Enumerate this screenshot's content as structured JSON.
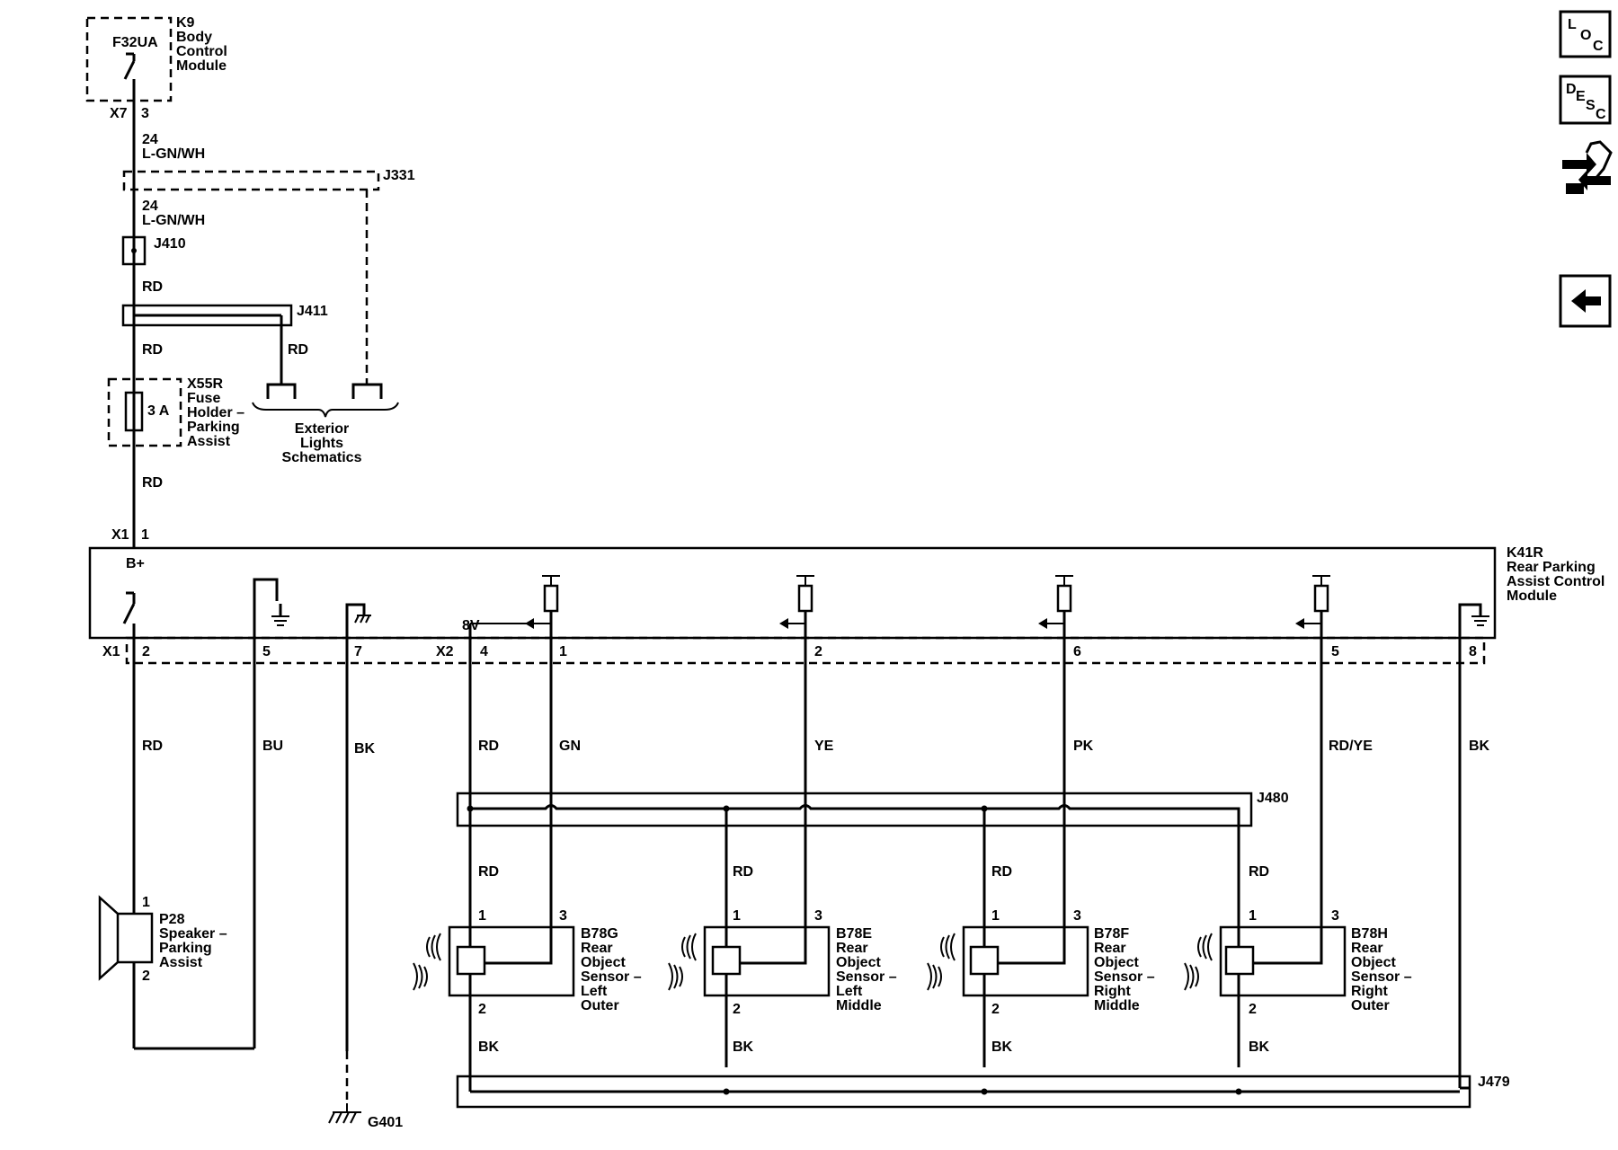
{
  "modules": {
    "k9": {
      "id": "K9",
      "line1": "Body",
      "line2": "Control",
      "line3": "Module",
      "fuse": "F32UA",
      "connector": "X7",
      "pin": "3"
    },
    "k41r": {
      "id": "K41R",
      "line1": "Rear Parking",
      "line2": "Assist Control",
      "line3": "Module",
      "supply_label": "B+",
      "voltage_label": "8V"
    }
  },
  "wires": {
    "top1_gauge": "24",
    "top1_color": "L-GN/WH",
    "top2_gauge": "24",
    "top2_color": "L-GN/WH",
    "j410_out": "RD",
    "j411_out": "RD",
    "j411_branch": "RD",
    "fuse_out": "RD",
    "x1_pin2": "RD",
    "x1_pin5": "BU",
    "x1_pin7": "BK",
    "x2_pin4": "RD",
    "x2_pin1": "GN",
    "x2_pin2": "YE",
    "x2_pin6": "PK",
    "x2_pin5": "RD/YE",
    "x2_pin8": "BK",
    "sensor_supply": "RD",
    "sensor_ground": "BK"
  },
  "splices": {
    "j331": "J331",
    "j410": "J410",
    "j411": "J411",
    "j480": "J480",
    "j479": "J479"
  },
  "fuse_holder": {
    "id": "X55R",
    "line1": "Fuse",
    "line2": "Holder –",
    "line3": "Parking",
    "line4": "Assist",
    "rating": "3 A"
  },
  "exterior": {
    "line1": "Exterior",
    "line2": "Lights",
    "line3": "Schematics"
  },
  "connectors": {
    "x1": "X1",
    "x1_pin_b": "1",
    "x1_pins": [
      "2",
      "5",
      "7"
    ],
    "x2": "X2",
    "x2_pins": [
      "4",
      "1",
      "2",
      "6",
      "5",
      "8"
    ]
  },
  "speaker": {
    "id": "P28",
    "line1": "Speaker –",
    "line2": "Parking",
    "line3": "Assist",
    "pin_top": "1",
    "pin_bottom": "2"
  },
  "ground": {
    "id": "G401"
  },
  "sensors": [
    {
      "id": "B78G",
      "line1": "Rear",
      "line2": "Object",
      "line3": "Sensor –",
      "line4": "Left",
      "line5": "Outer",
      "pin1": "1",
      "pin2": "2",
      "pin3": "3"
    },
    {
      "id": "B78E",
      "line1": "Rear",
      "line2": "Object",
      "line3": "Sensor –",
      "line4": "Left",
      "line5": "Middle",
      "pin1": "1",
      "pin2": "2",
      "pin3": "3"
    },
    {
      "id": "B78F",
      "line1": "Rear",
      "line2": "Object",
      "line3": "Sensor –",
      "line4": "Right",
      "line5": "Middle",
      "pin1": "1",
      "pin2": "2",
      "pin3": "3"
    },
    {
      "id": "B78H",
      "line1": "Rear",
      "line2": "Object",
      "line3": "Sensor –",
      "line4": "Right",
      "line5": "Outer",
      "pin1": "1",
      "pin2": "2",
      "pin3": "3"
    }
  ],
  "nav": {
    "loc": {
      "l": "L",
      "o": "O",
      "c": "C",
      "icon": "location-icon"
    },
    "desc": {
      "d": "D",
      "e": "E",
      "s": "S",
      "c": "C",
      "icon": "description-icon"
    },
    "connector_icon": "connector-hand-icon",
    "back_icon": "back-arrow-icon"
  }
}
